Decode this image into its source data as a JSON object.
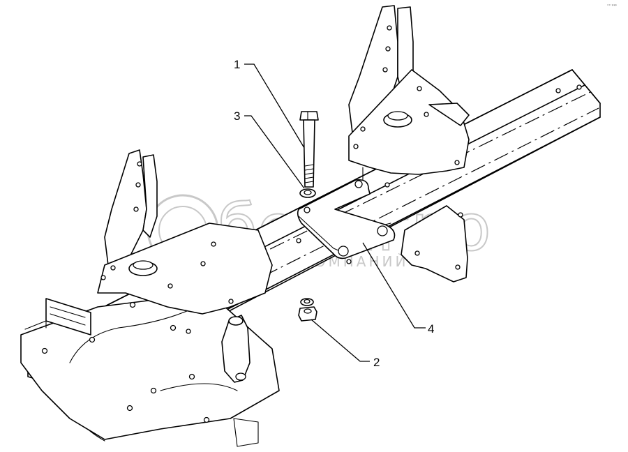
{
  "watermark": {
    "brand": "белагро",
    "subtitle": "ГРУППА КОМПАНИЙ"
  },
  "corner_mark": "°° ***",
  "callouts": [
    {
      "id": "1",
      "label": "1"
    },
    {
      "id": "2",
      "label": "2"
    },
    {
      "id": "3",
      "label": "3"
    },
    {
      "id": "4",
      "label": "4"
    }
  ],
  "colors": {
    "line": "#000000",
    "watermark": "#c8c8c8",
    "background": "#ffffff"
  }
}
